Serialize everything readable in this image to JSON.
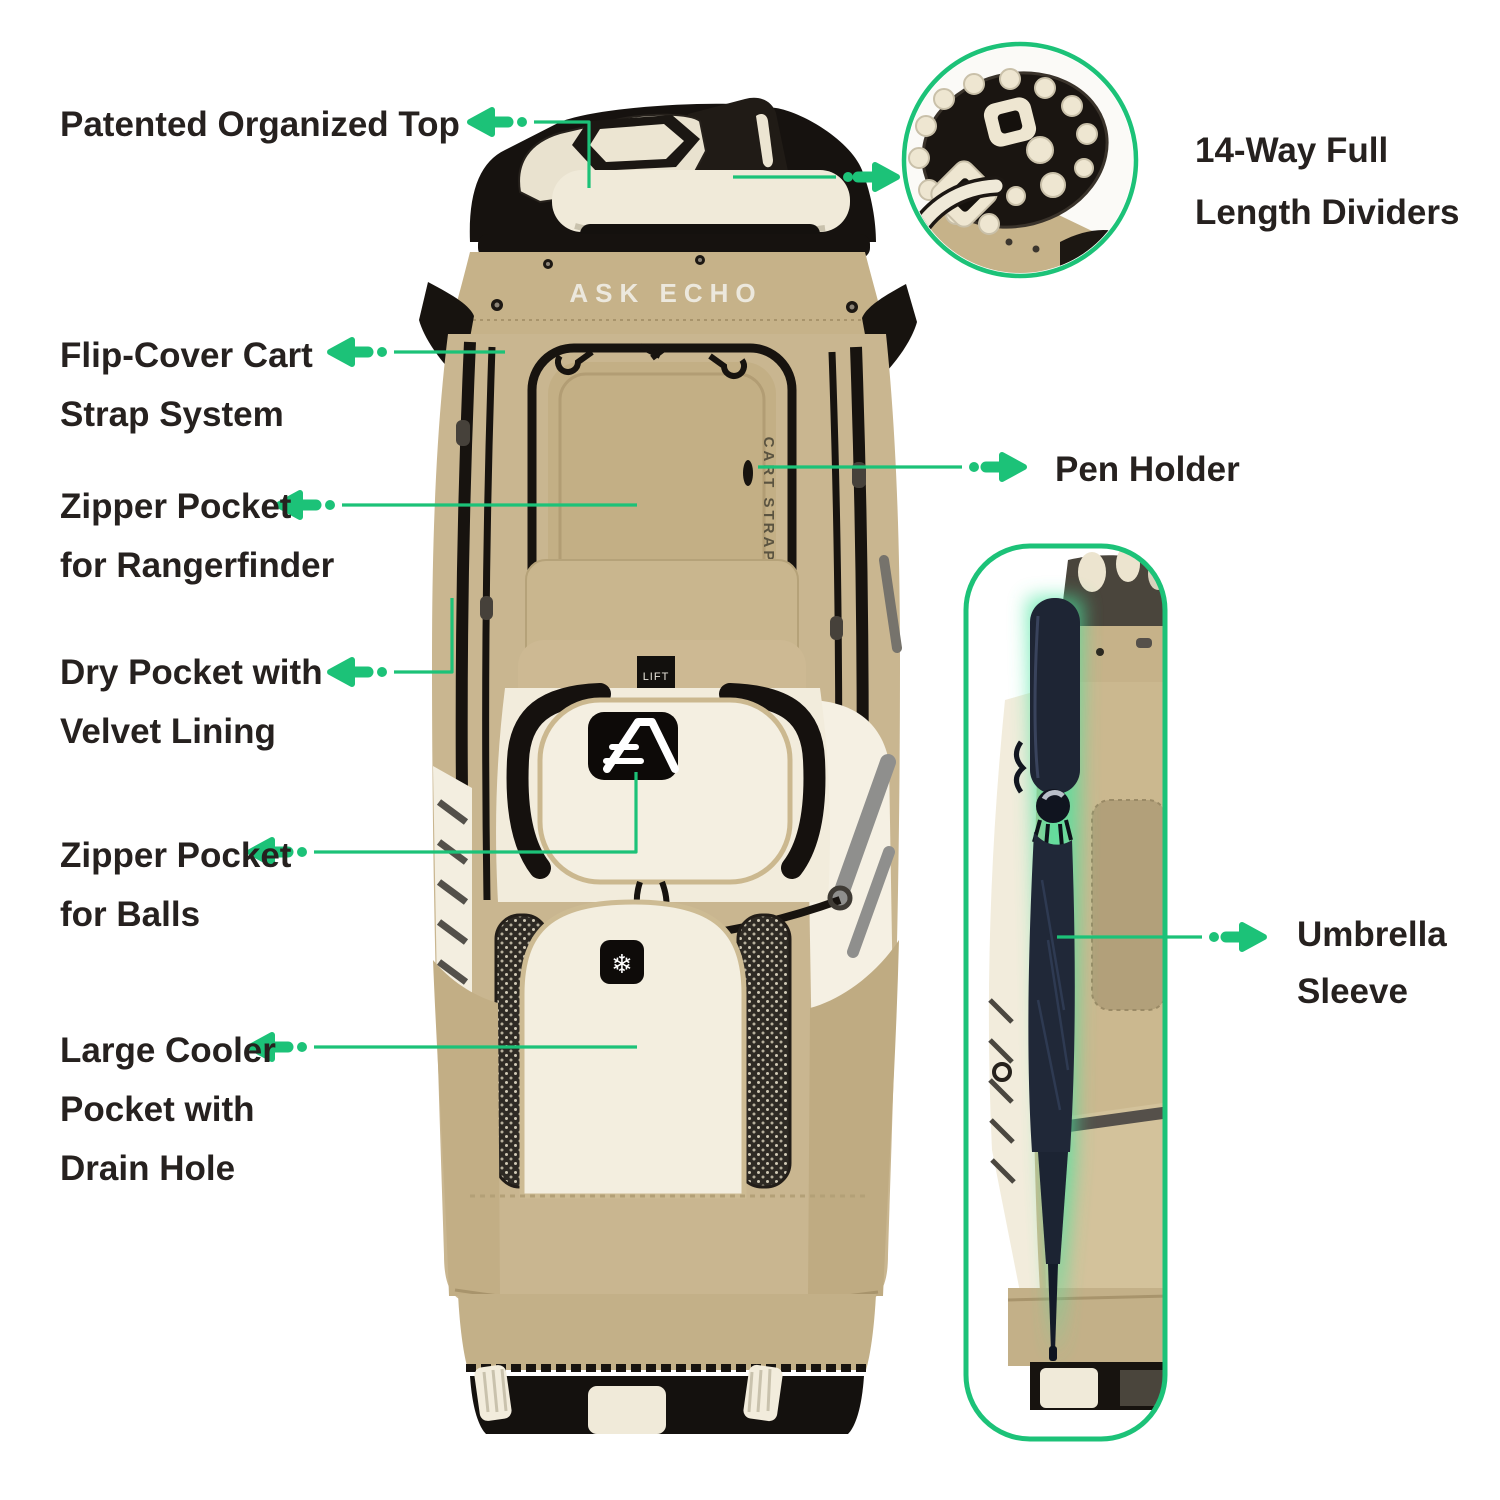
{
  "accent_color": "#1cc278",
  "text_color": "#26211f",
  "brand": {
    "name": "ASK ECHO",
    "lift_tag": "LIFT",
    "cart_strap": "CART STRAP"
  },
  "icons": {
    "snowflake": "❄"
  },
  "colors": {
    "bag_tan": "#c9b690",
    "bag_cream": "#f3eedf",
    "bag_black": "#17130f",
    "umbrella_navy": "#1e2534"
  },
  "callouts": {
    "organized_top": {
      "lines": [
        "Patented Organized Top"
      ]
    },
    "dividers": {
      "lines": [
        "14-Way Full",
        "Length Dividers"
      ]
    },
    "cart_strap": {
      "lines": [
        "Flip-Cover Cart",
        "Strap System"
      ]
    },
    "rangefinder_pocket": {
      "lines": [
        "Zipper Pocket",
        "for Rangerfinder"
      ]
    },
    "pen_holder": {
      "lines": [
        "Pen Holder"
      ]
    },
    "dry_pocket": {
      "lines": [
        "Dry Pocket with",
        "Velvet Lining"
      ]
    },
    "ball_pocket": {
      "lines": [
        "Zipper Pocket",
        "for Balls"
      ]
    },
    "cooler_pocket": {
      "lines": [
        "Large Cooler",
        "Pocket with",
        "Drain Hole"
      ]
    },
    "umbrella_sleeve": {
      "lines": [
        "Umbrella",
        "Sleeve"
      ]
    }
  }
}
